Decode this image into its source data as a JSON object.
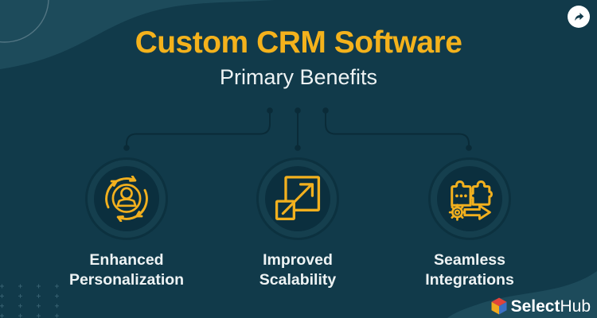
{
  "header": {
    "title": "Custom CRM Software",
    "subtitle": "Primary Benefits"
  },
  "share_button": {
    "icon": "share-forward-arrow"
  },
  "benefits": [
    {
      "icon": "rotating-user-icon",
      "label": "Enhanced\nPersonalization"
    },
    {
      "icon": "expand-squares-arrow-icon",
      "label": "Improved\nScalability"
    },
    {
      "icon": "puzzle-gear-arrow-icon",
      "label": "Seamless\nIntegrations"
    }
  ],
  "logo": {
    "text_bold": "Select",
    "text_regular": "Hub",
    "icon": "selecthub-cube"
  },
  "theme": {
    "background": "#113a4a",
    "blob": "#1d4b5b",
    "accent": "#f2b01e",
    "title": "#f4b21c",
    "text": "#eef3f4",
    "connector": "#0a2b38",
    "circle_fill": "#153f4e",
    "circle_ring": "#0c313f",
    "circle_inner": "#0b2f3e",
    "arc_stroke": "#7d99a4",
    "plus_marks": "#54808f",
    "share_bg": "#ffffff",
    "share_arrow": "#113a4a",
    "logo_red": "#e2443b",
    "logo_yellow": "#f0a81e",
    "logo_blue": "#3c70c4"
  }
}
